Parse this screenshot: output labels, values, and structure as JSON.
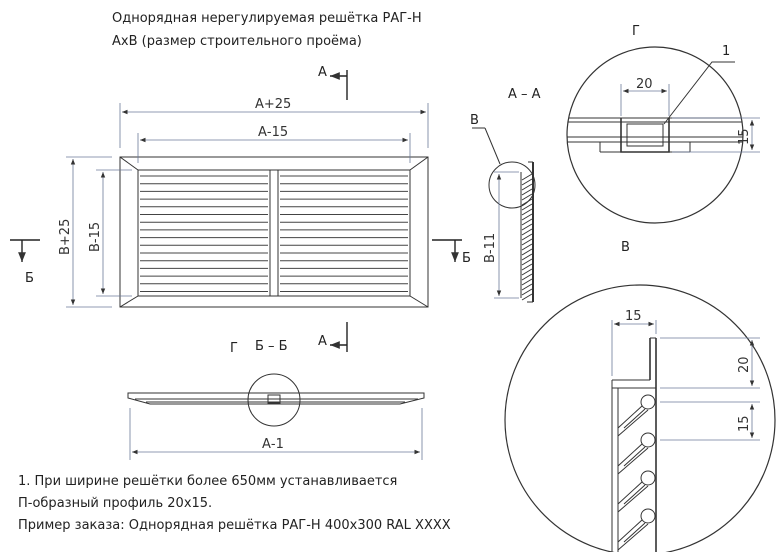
{
  "header": {
    "title": "Однорядная нерегулируемая решётка РАГ-Н",
    "subtitle": "АхВ (размер строительного проёма)"
  },
  "front_view": {
    "dim_outer_width": "А+25",
    "dim_inner_width": "А-15",
    "dim_outer_height": "В+25",
    "dim_inner_height": "В-15",
    "section_mark_top": "А",
    "section_mark_side": "Б"
  },
  "section_aa": {
    "title": "А – А",
    "callout": "В",
    "dim_depth": "В-11"
  },
  "section_bb": {
    "title": "Б – Б",
    "callout": "Г",
    "section_mark": "А",
    "dim_length": "А-1"
  },
  "detail_g": {
    "title": "Г",
    "leader": "1",
    "dim_width": "20",
    "dim_height": "15"
  },
  "detail_v": {
    "title": "В",
    "dim_width": "15",
    "dim_height_top": "20",
    "dim_height_bottom": "15"
  },
  "notes": {
    "line1": "1. При ширине решётки более 650мм устанавливается",
    "line2": "П-образный профиль 20х15.",
    "line3": "Пример заказа: Однорядная решётка РАГ-Н 400х300 RAL XXXX"
  }
}
